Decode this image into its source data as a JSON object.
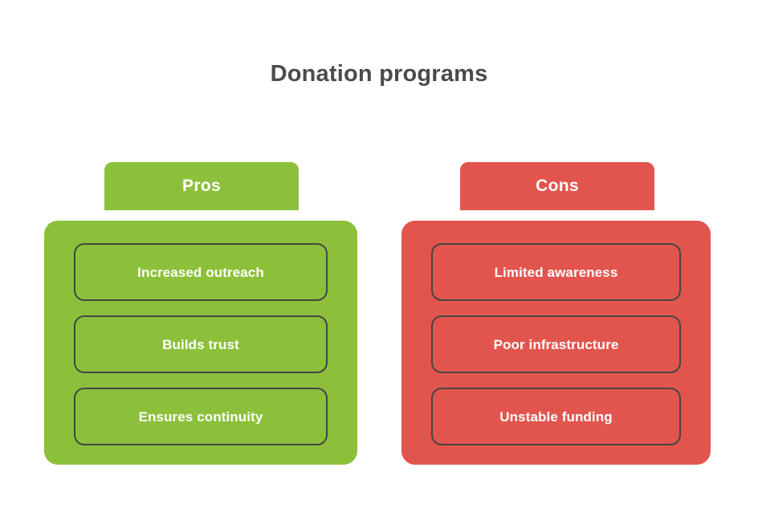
{
  "title": "Donation programs",
  "colors": {
    "title_text": "#4b4b4b",
    "pros_fill": "#8cc03a",
    "cons_fill": "#e2554e",
    "item_border": "#454545",
    "panel_outline": "#ffffff",
    "label_text": "#ffffff",
    "background": "#ffffff"
  },
  "columns": [
    {
      "id": "pros",
      "header": "Pros",
      "fill": "#8cc03a",
      "items": [
        {
          "label": "Increased outreach"
        },
        {
          "label": "Builds trust"
        },
        {
          "label": "Ensures continuity"
        }
      ]
    },
    {
      "id": "cons",
      "header": "Cons",
      "fill": "#e2554e",
      "items": [
        {
          "label": "Limited awareness"
        },
        {
          "label": "Poor infrastructure"
        },
        {
          "label": "Unstable funding"
        }
      ]
    }
  ]
}
